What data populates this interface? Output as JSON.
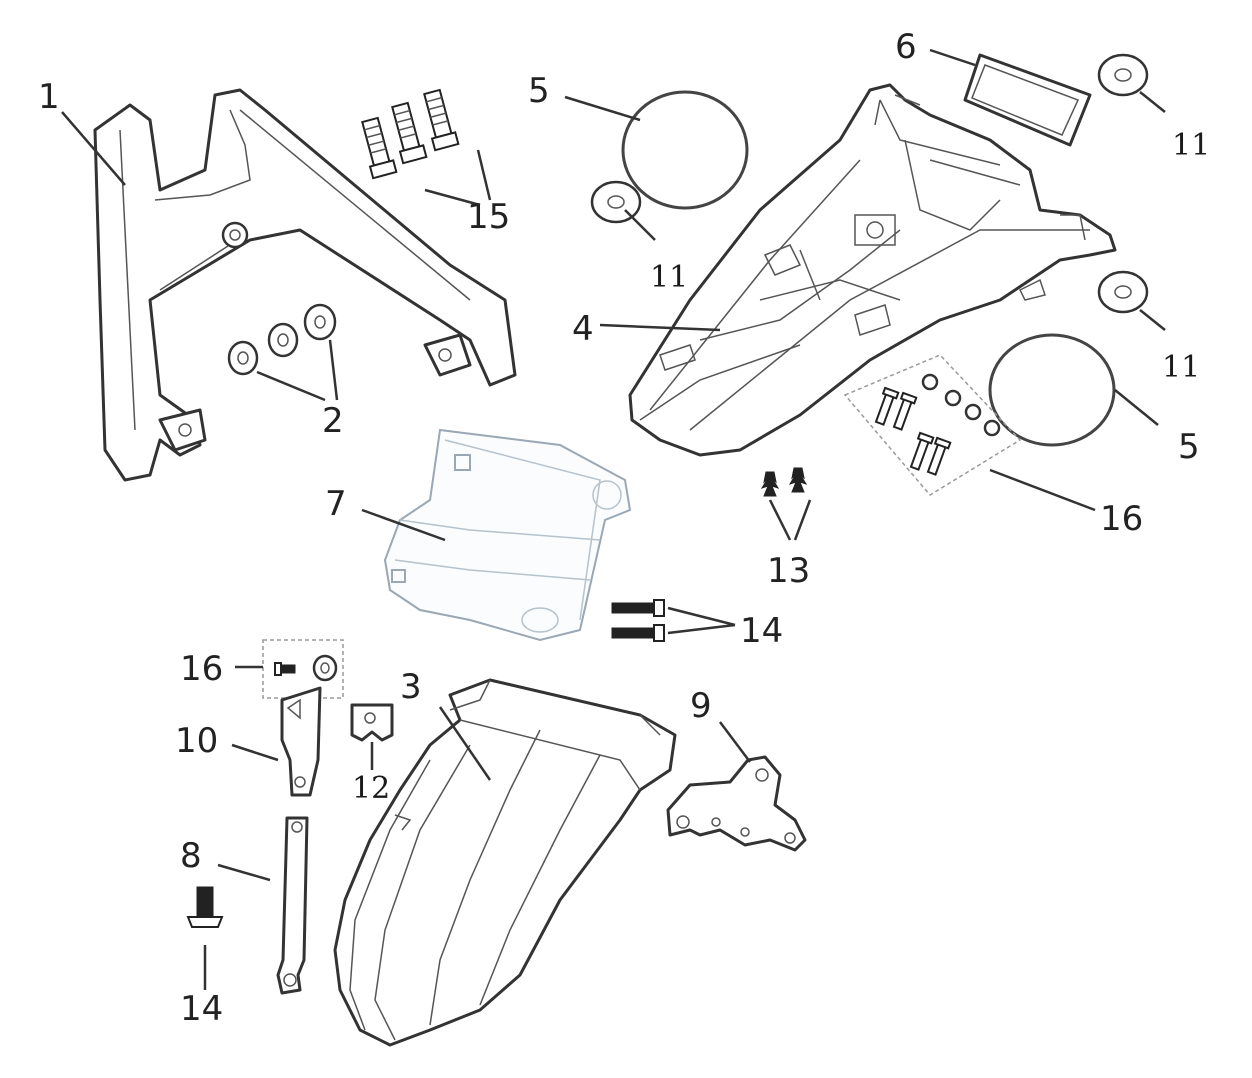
{
  "labels": {
    "p1": "1",
    "p2": "2",
    "p3": "3",
    "p4": "4",
    "p5a": "5",
    "p5b": "5",
    "p6": "6",
    "p7": "7",
    "p8": "8",
    "p9": "9",
    "p10": "10",
    "p11a": "11",
    "p11b": "11",
    "p11c": "11",
    "p12": "12",
    "p13": "13",
    "p14a": "14",
    "p14b": "14",
    "p15": "15",
    "p16a": "16",
    "p16b": "16"
  }
}
